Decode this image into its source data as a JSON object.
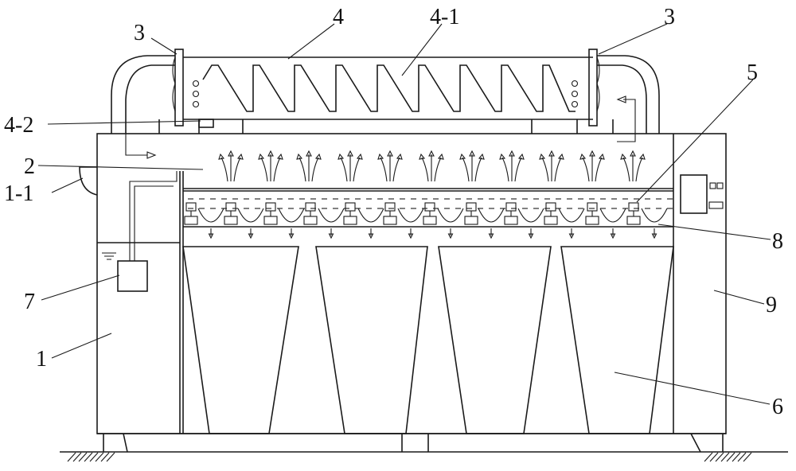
{
  "callouts": [
    {
      "id": "label-3-left",
      "text": "3"
    },
    {
      "id": "label-4",
      "text": "4"
    },
    {
      "id": "label-4-1",
      "text": "4-1"
    },
    {
      "id": "label-3-right",
      "text": "3"
    },
    {
      "id": "label-5",
      "text": "5"
    },
    {
      "id": "label-4-2",
      "text": "4-2"
    },
    {
      "id": "label-2",
      "text": "2"
    },
    {
      "id": "label-1-1",
      "text": "1-1"
    },
    {
      "id": "label-8",
      "text": "8"
    },
    {
      "id": "label-7",
      "text": "7"
    },
    {
      "id": "label-9",
      "text": "9"
    },
    {
      "id": "label-1",
      "text": "1"
    },
    {
      "id": "label-6",
      "text": "6"
    }
  ],
  "colors": {
    "line": "#1a1a1a",
    "background": "#ffffff"
  }
}
